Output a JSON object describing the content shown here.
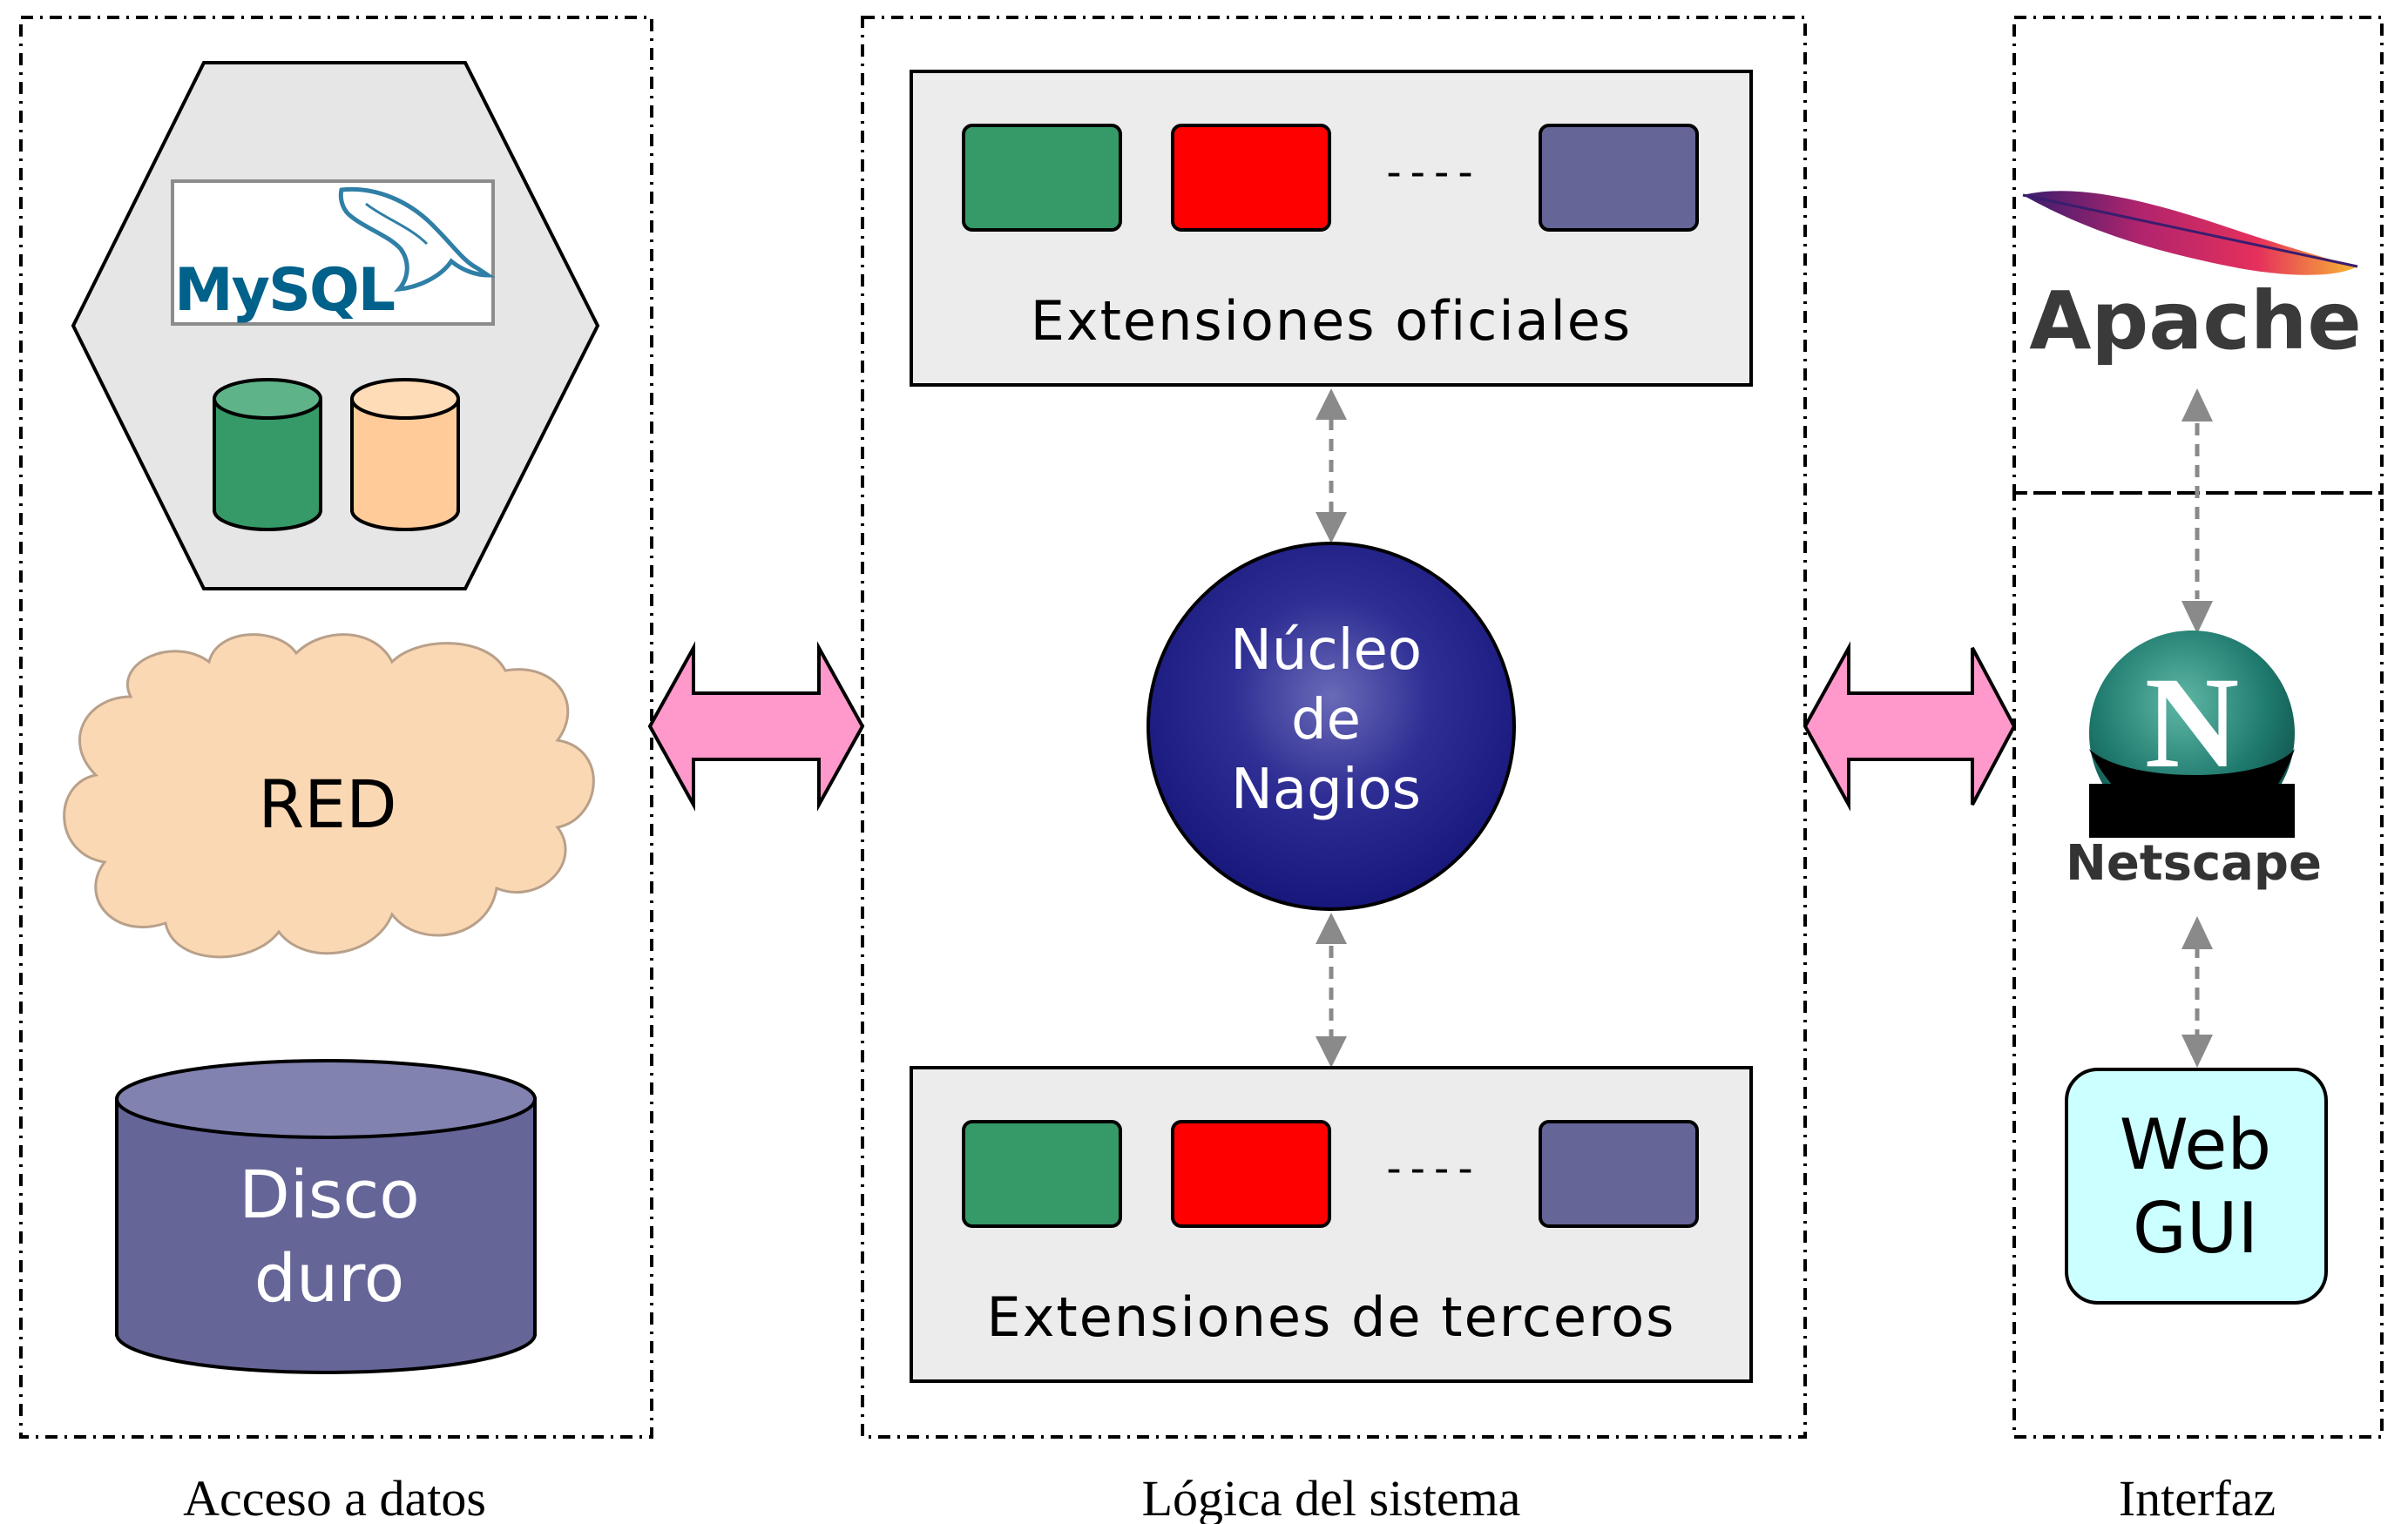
{
  "columns": {
    "data_access": {
      "caption": "Acceso a datos",
      "mysql_logo_text": "MySQL",
      "network_label": "RED",
      "disk_label_line1": "Disco",
      "disk_label_line2": "duro"
    },
    "system_logic": {
      "caption": "Lógica del sistema",
      "official_extensions_label": "Extensiones oficiales",
      "third_party_extensions_label": "Extensiones de terceros",
      "core_line1": "Núcleo",
      "core_line2": "de",
      "core_line3": "Nagios",
      "ellipsis": "----"
    },
    "interface": {
      "caption": "Interfaz",
      "apache_logo_text": "Apache",
      "netscape_logo_text": "Netscape",
      "netscape_letter": "N",
      "webgui_line1": "Web",
      "webgui_line2": "GUI"
    }
  },
  "colors": {
    "green": "#359a68",
    "red": "#ff0000",
    "slate": "#656598",
    "pink_arrow": "#ff99cc",
    "panel_gray": "#ececec",
    "cyan": "#ccffff",
    "navy": "#1a1a7a",
    "cloud": "#fbd8b4",
    "peach": "#ffcc99"
  }
}
